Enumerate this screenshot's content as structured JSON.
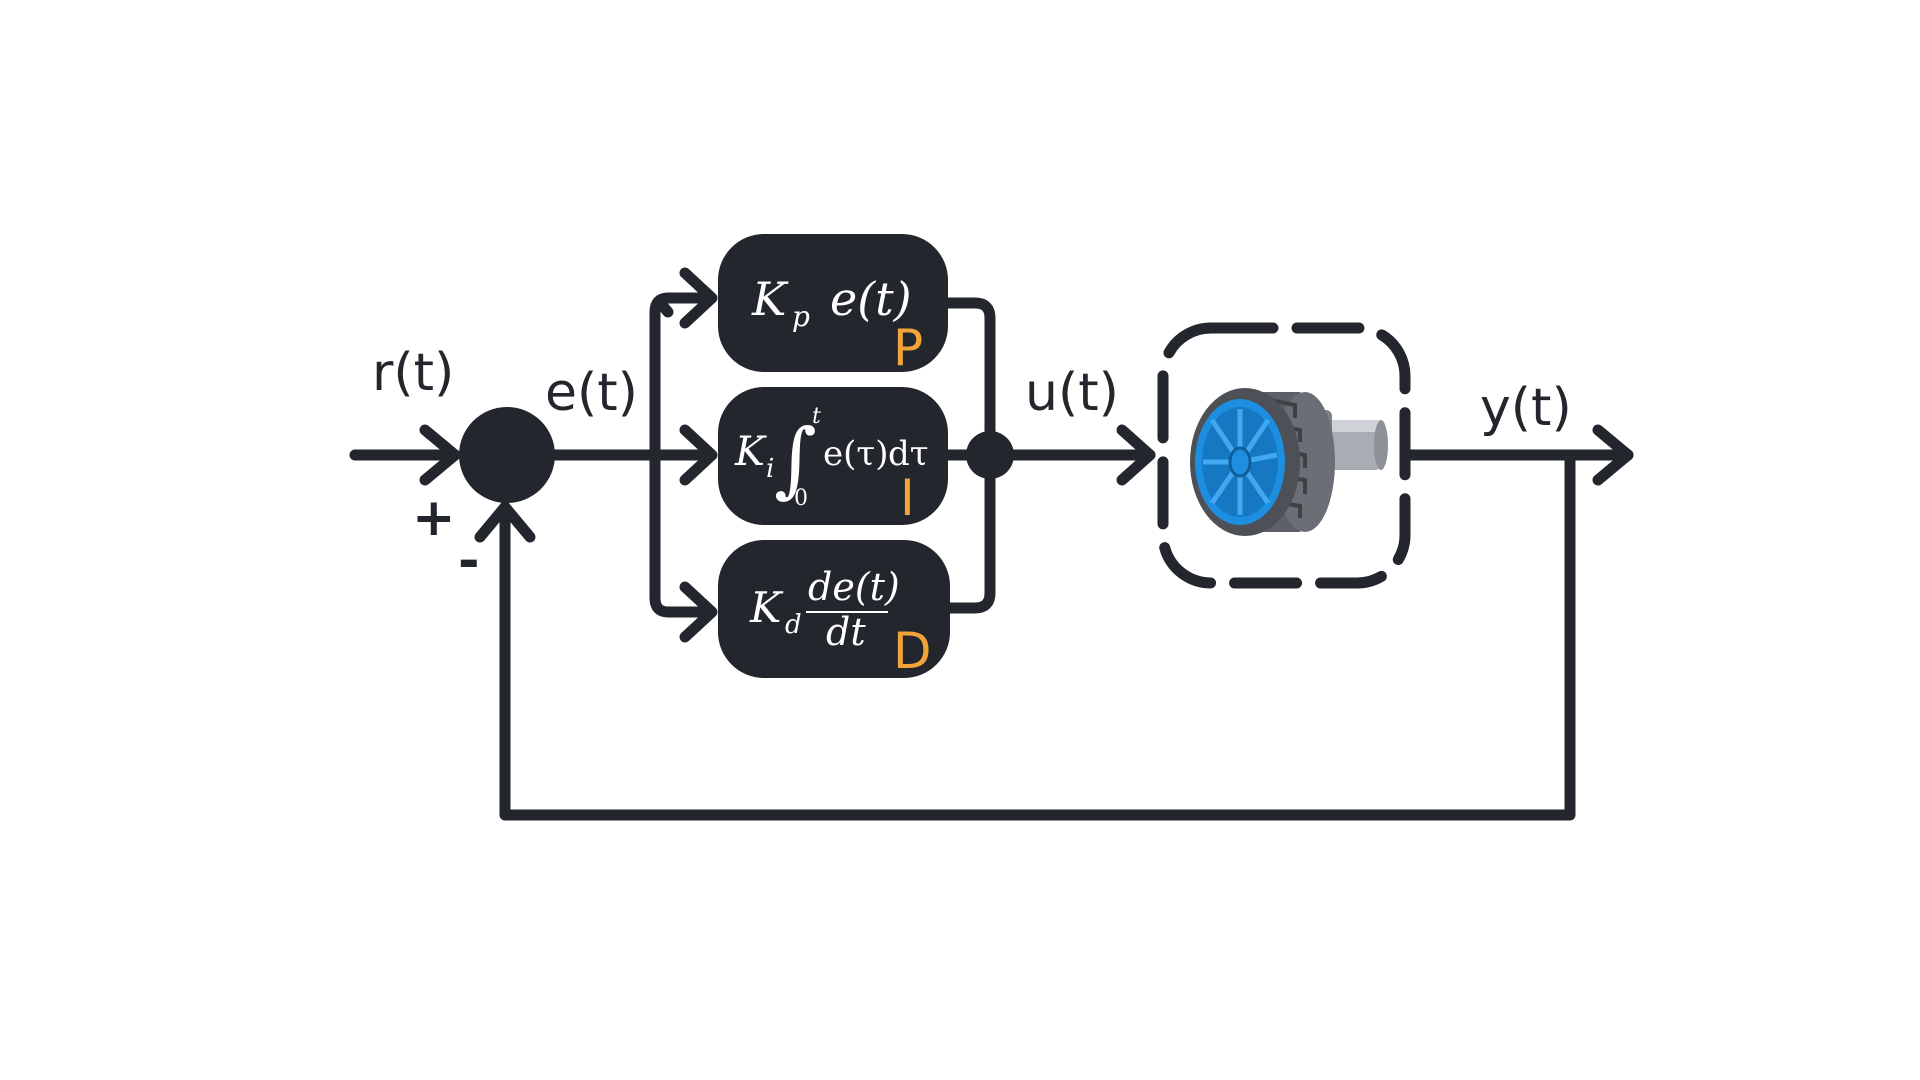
{
  "signals": {
    "reference": "r(t)",
    "error": "e(t)",
    "control": "u(t)",
    "output": "y(t)"
  },
  "summing_junction": {
    "plus": "+",
    "minus": "-"
  },
  "blocks": {
    "proportional": {
      "gain": "K",
      "gain_sub": "p",
      "expr": "e(t)",
      "tag": "P"
    },
    "integral": {
      "gain": "K",
      "gain_sub": "i",
      "upper": "t",
      "lower": "0",
      "integrand": "e(τ)",
      "diff": "dτ",
      "tag": "I"
    },
    "derivative": {
      "gain": "K",
      "gain_sub": "d",
      "numerator": "de(t)",
      "denominator": "dt",
      "tag": "D"
    }
  },
  "plant": {
    "icon": "motor-wheel-icon"
  },
  "colors": {
    "line": "#23262d",
    "block": "#23262d",
    "tag": "#f2a33a",
    "wheel": "#1e8fe0",
    "tire": "#5d6066",
    "shaft": "#a9adb3"
  }
}
